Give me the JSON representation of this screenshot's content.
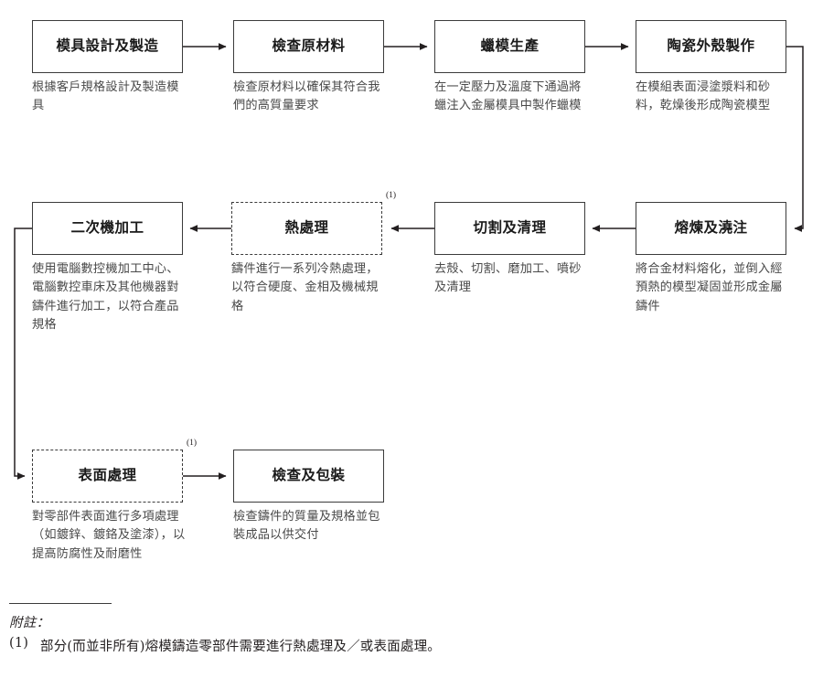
{
  "diagram": {
    "type": "process-flowchart",
    "title": "Investment casting production process flow",
    "accent_color": "#3b3b3b",
    "box_fill": "#ffffff",
    "description_color": "#4a4a4a",
    "rows": [
      {
        "direction": "left-to-right",
        "nodes": [
          {
            "id": "mold-design",
            "label": "模具設計及製造",
            "description": "根據客戶規格設計及製造模具",
            "style": "solid",
            "footnote_marker": ""
          },
          {
            "id": "inspect-raw-material",
            "label": "檢查原材料",
            "description": "檢查原材料以確保其符合我們的高質量要求",
            "style": "solid",
            "footnote_marker": ""
          },
          {
            "id": "wax-pattern",
            "label": "蠟模生產",
            "description": "在一定壓力及溫度下通過將蠟注入金屬模具中製作蠟模",
            "style": "solid",
            "footnote_marker": ""
          },
          {
            "id": "ceramic-shell",
            "label": "陶瓷外殼製作",
            "description": "在模組表面浸塗漿料和砂料，乾燥後形成陶瓷模型",
            "style": "solid",
            "footnote_marker": ""
          }
        ]
      },
      {
        "direction": "right-to-left",
        "nodes": [
          {
            "id": "secondary-machining",
            "label": "二次機加工",
            "description": "使用電腦數控機加工中心、電腦數控車床及其他機器對鑄件進行加工，以符合產品規格",
            "style": "solid",
            "footnote_marker": ""
          },
          {
            "id": "heat-treatment",
            "label": "熱處理",
            "description": "鑄件進行一系列冷熱處理，以符合硬度、金相及機械規格",
            "style": "dashed",
            "footnote_marker": "(1)"
          },
          {
            "id": "cutting-cleaning",
            "label": "切割及清理",
            "description": "去殼、切割、磨加工、噴砂及清理",
            "style": "solid",
            "footnote_marker": ""
          },
          {
            "id": "melting-pouring",
            "label": "熔煉及澆注",
            "description": "將合金材料熔化，並倒入經預熱的模型凝固並形成金屬鑄件",
            "style": "solid",
            "footnote_marker": ""
          }
        ]
      },
      {
        "direction": "left-to-right",
        "nodes": [
          {
            "id": "surface-treatment",
            "label": "表面處理",
            "description": "對零部件表面進行多項處理（如鍍鋅、鍍鉻及塗漆），以提高防腐性及耐磨性",
            "style": "dashed",
            "footnote_marker": "(1)"
          },
          {
            "id": "inspection-packaging",
            "label": "檢查及包裝",
            "description": "檢查鑄件的質量及規格並包裝成品以供交付",
            "style": "solid",
            "footnote_marker": ""
          }
        ]
      }
    ]
  },
  "footnote": {
    "label": "附註：",
    "items": [
      {
        "number": "(1)",
        "text": "部分(而並非所有)熔模鑄造零部件需要進行熱處理及／或表面處理。"
      }
    ]
  }
}
